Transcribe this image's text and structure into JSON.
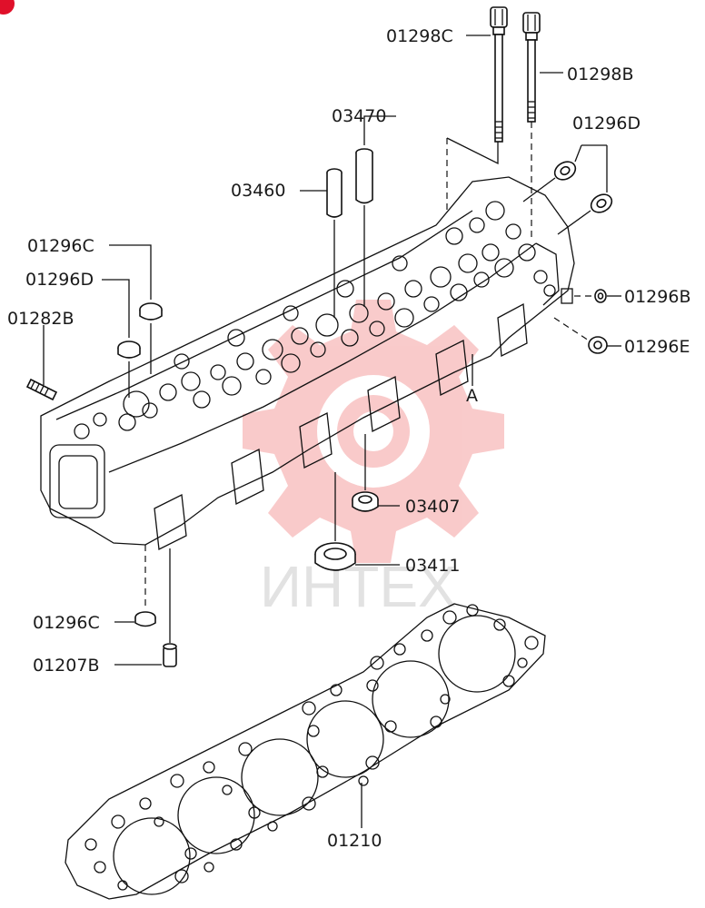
{
  "watermark": {
    "text": "ИНТЕХ",
    "color": "#f28b8b"
  },
  "badge_color": "#e0102a",
  "labels": {
    "p01298C": "01298C",
    "p01298B": "01298B",
    "p03470": "03470",
    "p01296D_top": "01296D",
    "p03460": "03460",
    "p01296C_left": "01296C",
    "p01296D_left": "01296D",
    "p01282B": "01282B",
    "p01296B": "01296B",
    "p01296E": "01296E",
    "callout_A": "A",
    "p03407": "03407",
    "p03411": "03411",
    "p01296C_bottom": "01296C",
    "p01207B": "01207B",
    "p01210": "01210"
  }
}
